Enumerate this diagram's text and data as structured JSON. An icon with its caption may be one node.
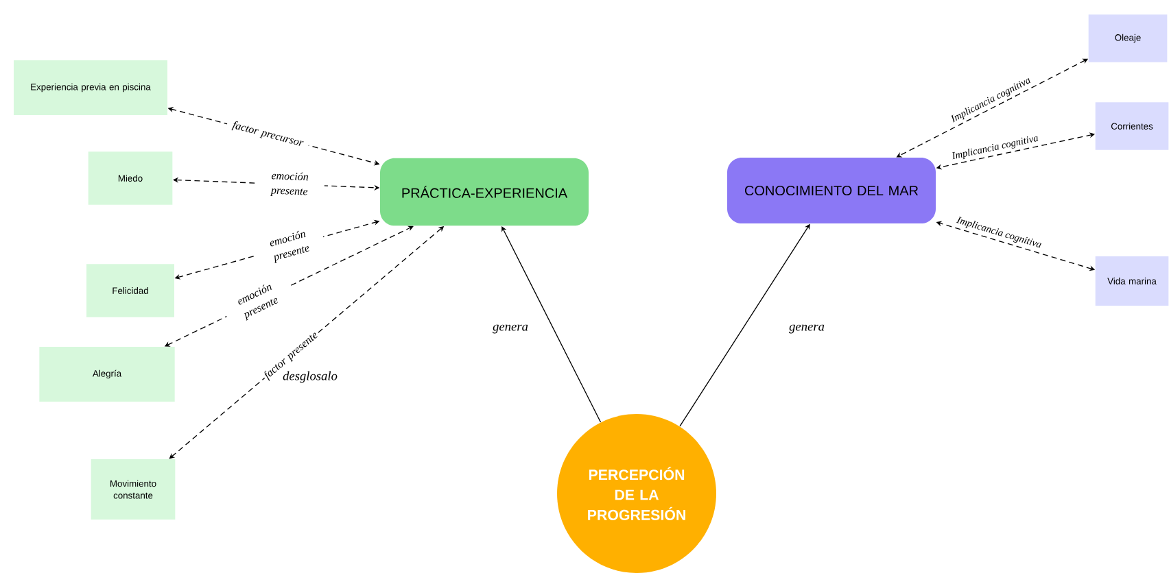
{
  "diagram": {
    "nodes": [
      {
        "text": [
          "Experiencia previa en piscina"
        ]
      },
      {
        "text": [
          "Miedo"
        ]
      },
      {
        "text": [
          "Felicidad"
        ]
      },
      {
        "text": [
          "Alegría"
        ]
      },
      {
        "text": [
          "Movimiento constante"
        ]
      },
      {
        "text": [
          "PRÁCTICA-EXPERIENCIA"
        ]
      },
      {
        "text": [
          "CONOCIMIENTO DEL MAR"
        ]
      },
      {
        "text": [
          "Oleaje"
        ]
      },
      {
        "text": [
          "Corrientes"
        ]
      },
      {
        "text": [
          "Vida marina"
        ]
      },
      {
        "text": [
          "PERCEPCIÓN DE LA PROGRESIÓN"
        ]
      }
    ],
    "edges": [
      {
        "from": 0,
        "to": 5,
        "arrow": "both",
        "style": "dashed",
        "label": "factor precursor"
      },
      {
        "from": 1,
        "to": 5,
        "arrow": "both",
        "style": "dashed",
        "label": "emoción presente"
      },
      {
        "from": 2,
        "to": 5,
        "arrow": "both",
        "style": "dashed",
        "label": "emoción presente"
      },
      {
        "from": 3,
        "to": 5,
        "arrow": "both",
        "style": "dashed",
        "label": "emoción presente"
      },
      {
        "from": 4,
        "to": 5,
        "arrow": "both",
        "style": "dashed",
        "label": "factor presente"
      },
      {
        "from": 7,
        "to": 6,
        "arrow": "both",
        "style": "dashed",
        "label": "Implicancia cognitiva"
      },
      {
        "from": 8,
        "to": 6,
        "arrow": "both",
        "style": "dashed",
        "label": "Implicancia cognitiva"
      },
      {
        "from": 9,
        "to": 6,
        "arrow": "both",
        "style": "dashed",
        "label": "Implicancia cognitiva"
      },
      {
        "from": 10,
        "to": 5,
        "arrow": "to",
        "label": "genera"
      },
      {
        "from": 10,
        "to": 6,
        "arrow": "to",
        "label": "genera"
      }
    ],
    "labels": [
      "desglosalo"
    ]
  }
}
